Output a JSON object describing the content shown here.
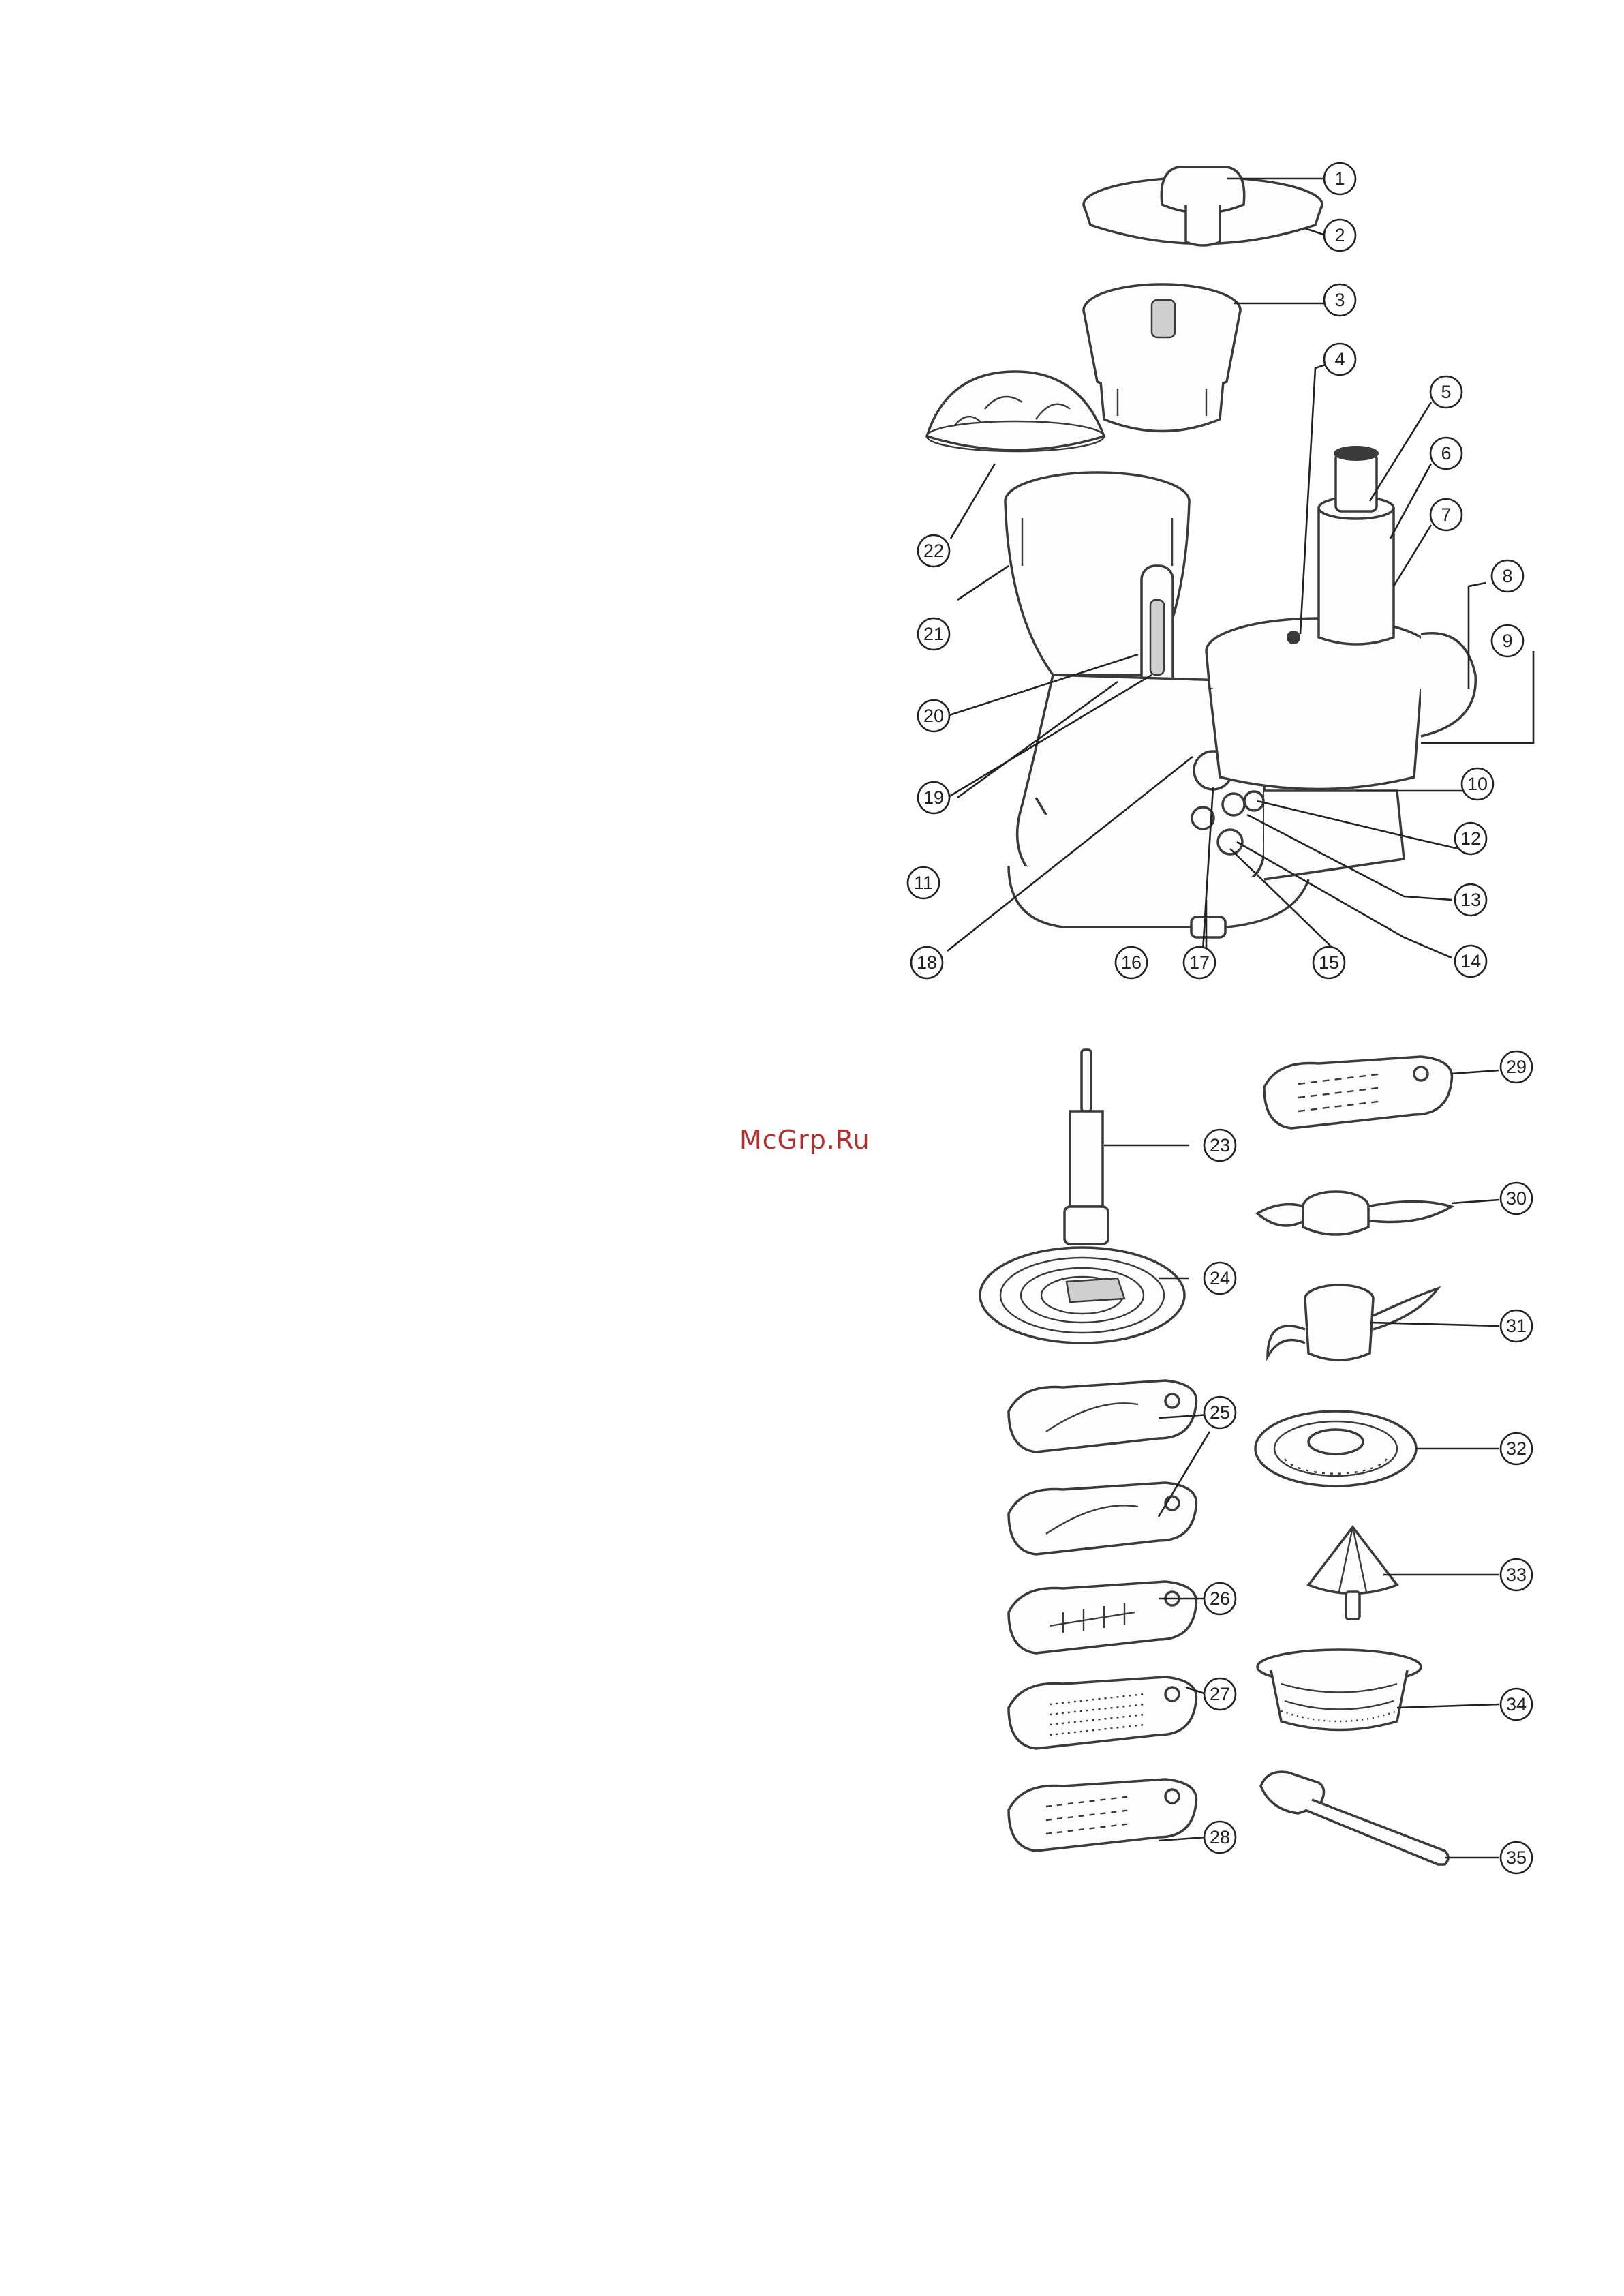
{
  "watermark": "McGrp.Ru",
  "callouts": [
    "1",
    "2",
    "3",
    "4",
    "5",
    "6",
    "7",
    "8",
    "9",
    "10",
    "11",
    "12",
    "13",
    "14",
    "15",
    "16",
    "17",
    "18",
    "19",
    "20",
    "21",
    "22",
    "23",
    "24",
    "25",
    "26",
    "27",
    "28",
    "29",
    "30",
    "31",
    "32",
    "33",
    "34",
    "35"
  ],
  "accent_color": "#b03030",
  "line_color": "#222222"
}
